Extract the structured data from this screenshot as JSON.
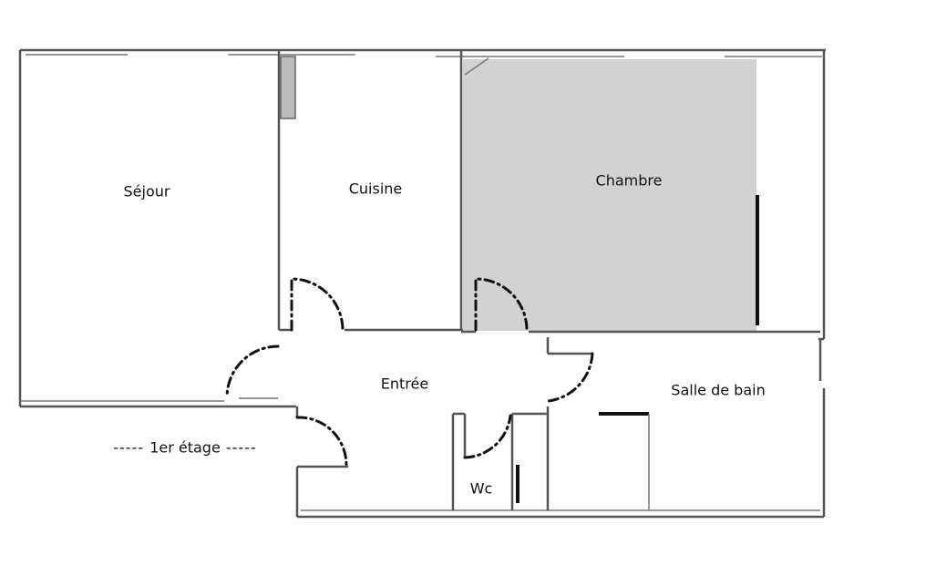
{
  "rooms": {
    "sejour": "Séjour",
    "cuisine": "Cuisine",
    "chambre": "Chambre",
    "entree": "Entrée",
    "salle_de_bain": "Salle de bain",
    "wc": "Wc"
  },
  "floor_label": "1er étage",
  "colors": {
    "chambre_fill": "#d2d2d2",
    "wall": "#555555",
    "door": "#111111"
  }
}
